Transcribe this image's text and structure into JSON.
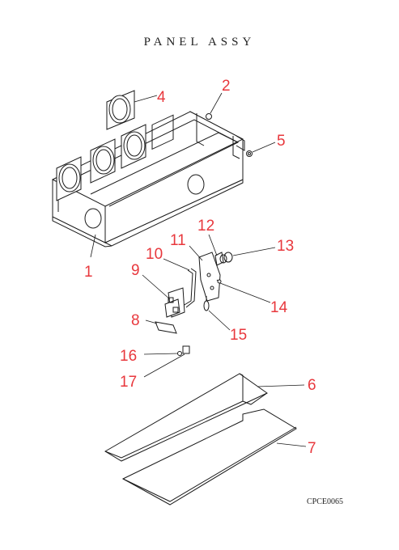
{
  "title": "PANEL ASSY",
  "drawing_code": "CPCE0065",
  "accent_color": "#e8383d",
  "callouts": [
    "1",
    "2",
    "4",
    "5",
    "6",
    "7",
    "8",
    "9",
    "10",
    "11",
    "12",
    "13",
    "14",
    "15",
    "16",
    "17"
  ]
}
